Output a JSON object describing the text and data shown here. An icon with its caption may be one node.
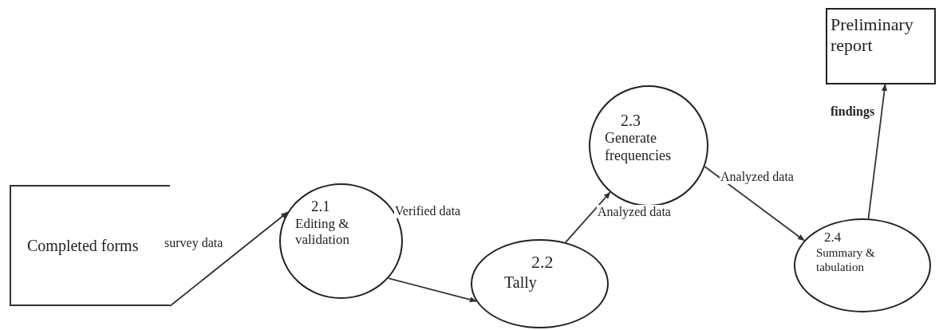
{
  "diagram": {
    "nodes": [
      {
        "text": [
          "Completed forms"
        ]
      },
      {
        "text": [
          "2.1",
          "Editing & validation"
        ]
      },
      {
        "text": [
          "2.2",
          "Tally"
        ]
      },
      {
        "text": [
          "2.3",
          "Generate frequencies"
        ]
      },
      {
        "text": [
          "2.4",
          "Summary & tabulation"
        ]
      },
      {
        "text": [
          "Preliminary report"
        ]
      }
    ],
    "edges": [
      {
        "from": 0,
        "to": 1,
        "arrow": "to",
        "label": "survey data"
      },
      {
        "from": 1,
        "to": 2,
        "arrow": "to",
        "label": "Verified data"
      },
      {
        "from": 2,
        "to": 3,
        "arrow": "to",
        "label": "Analyzed data"
      },
      {
        "from": 3,
        "to": 4,
        "arrow": "to",
        "label": "Analyzed data"
      },
      {
        "from": 4,
        "to": 5,
        "arrow": "to",
        "label": "findings"
      }
    ]
  }
}
